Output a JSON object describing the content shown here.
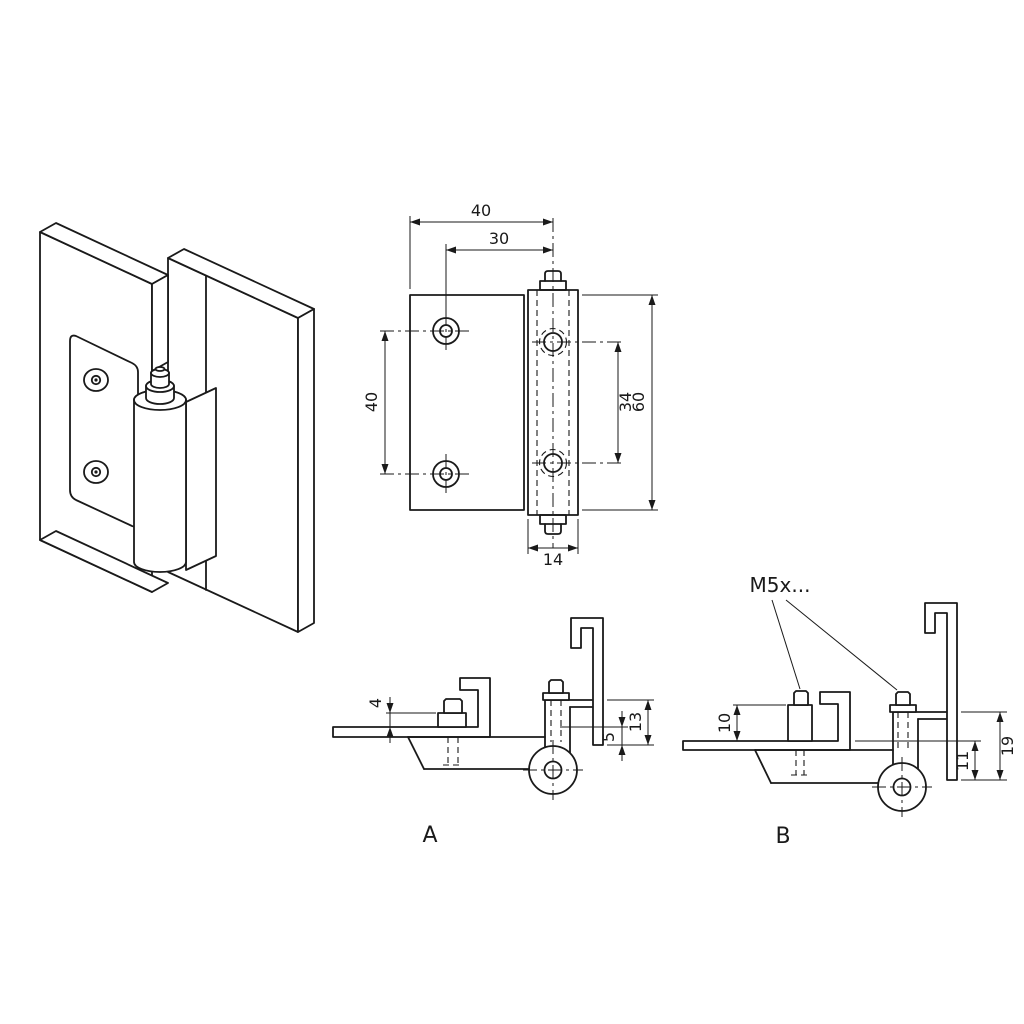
{
  "front_view": {
    "width_total": "40",
    "width_hole_to_pin": "30",
    "hole_spacing_left": "40",
    "hole_spacing_right": "34",
    "height_total": "60",
    "knuckle_width": "14"
  },
  "section_a": {
    "label": "A",
    "dim_small": "4",
    "dim_mid": "5",
    "dim_large": "13"
  },
  "section_b": {
    "label": "B",
    "dim_small": "10",
    "dim_mid": "11",
    "dim_large": "19"
  },
  "notes": {
    "screw_size": "M5x..."
  },
  "colors": {
    "line": "#1a1a1a",
    "background": "#ffffff"
  }
}
